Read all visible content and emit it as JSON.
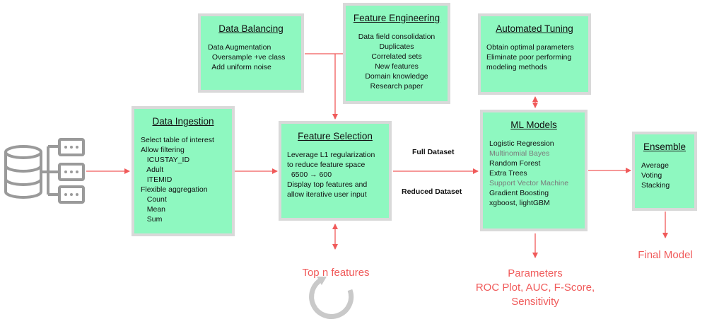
{
  "data_balancing": {
    "title": "Data Balancing",
    "lines": [
      "Data Augmentation",
      "  Oversample +ve class",
      "  Add uniform noise"
    ]
  },
  "feature_engineering": {
    "title": "Feature Engineering",
    "lines": [
      "Data field consolidation",
      "Duplicates",
      "Correlated sets",
      "New features",
      "Domain knowledge",
      "Research paper"
    ]
  },
  "automated_tuning": {
    "title": "Automated Tuning",
    "lines": [
      "Obtain optimal parameters",
      "",
      "Eliminate poor performing",
      "modeling methods"
    ]
  },
  "data_ingestion": {
    "title": "Data Ingestion",
    "lines": [
      "Select table of interest",
      "Allow filtering",
      "   ICUSTAY_ID",
      "   Adult",
      "   ITEMID",
      "Flexible aggregation",
      "   Count",
      "   Mean",
      "   Sum"
    ]
  },
  "feature_selection": {
    "title": "Feature Selection",
    "lines": [
      "Leverage L1 regularization",
      "to reduce feature space",
      "  6500 → 600",
      "",
      "Display top features and",
      "allow iterative user input"
    ]
  },
  "ml_models": {
    "title": "ML Models",
    "items": [
      {
        "text": "Logistic Regression",
        "muted": false
      },
      {
        "text": "Multinomial Bayes",
        "muted": true
      },
      {
        "text": "Random Forest",
        "muted": false
      },
      {
        "text": "Extra Trees",
        "muted": false
      },
      {
        "text": "Support Vector Machine",
        "muted": true
      },
      {
        "text": "Gradient Boosting",
        "muted": false
      },
      {
        "text": "xgboost, lightGBM",
        "muted": false
      }
    ]
  },
  "ensemble": {
    "title": "Ensemble",
    "lines": [
      "Average",
      "Voting",
      "Stacking"
    ]
  },
  "edge_labels": {
    "full_dataset": "Full Dataset",
    "reduced_dataset": "Reduced Dataset"
  },
  "outputs": {
    "top_features": "Top n features",
    "parameters": [
      "Parameters",
      "ROC Plot, AUC, F-Score,",
      "Sensitivity"
    ],
    "final_model": "Final Model"
  },
  "colors": {
    "box_fill": "#8ef8c0",
    "box_border": "#d9d9d9",
    "arrow": "#f05a5a",
    "icon": "#9a9a9a"
  },
  "icons": [
    "database-icon",
    "cycle-arrow-icon"
  ]
}
